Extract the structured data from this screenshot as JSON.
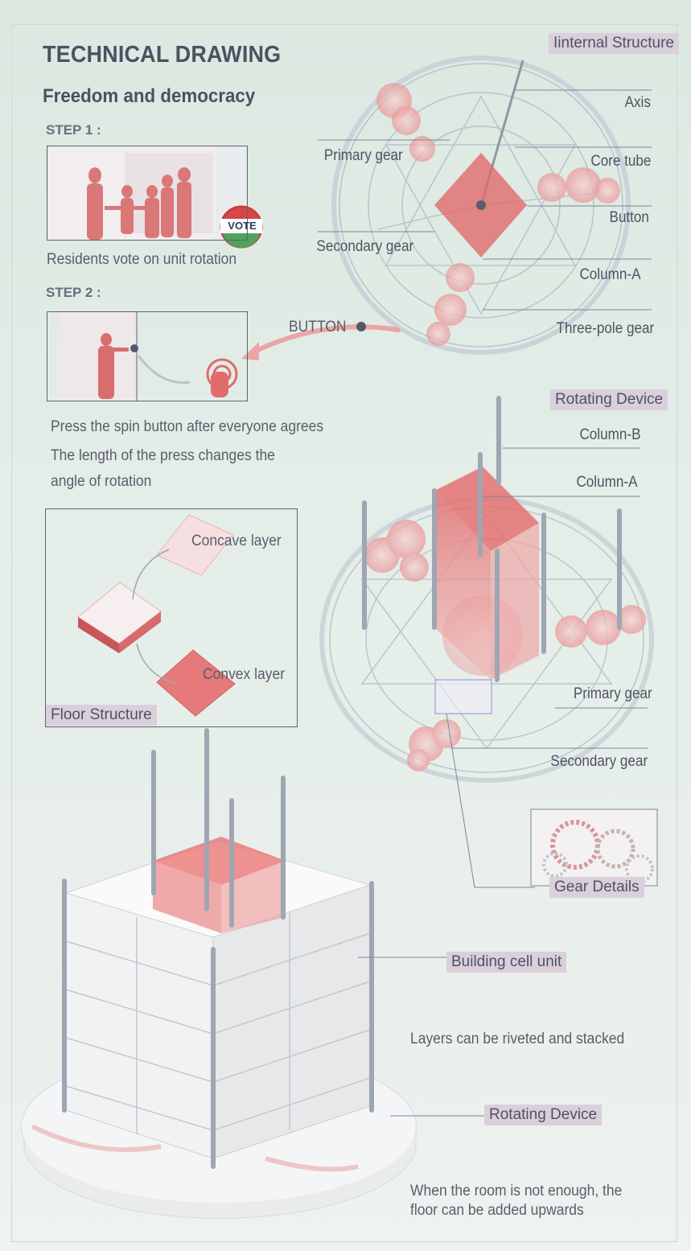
{
  "header": {
    "title": "TECHNICAL DRAWING",
    "subtitle": "Freedom and democracy"
  },
  "steps": {
    "step1_label": "STEP 1",
    "step1_caption": "Residents vote on unit rotation",
    "vote_badge": "VOTE",
    "step2_label": "STEP 2",
    "step2_caption_line1": "Press the spin button after everyone agrees",
    "step2_caption_line2": "The length of the press changes the",
    "step2_caption_line3": "angle of rotation",
    "button_label": "BUTTON"
  },
  "internal_structure": {
    "tag": "Iinternal Structure",
    "labels": {
      "axis": "Axis",
      "core_tube": "Core tube",
      "button": "Button",
      "column_a": "Column-A",
      "three_pole_gear": "Three-pole gear",
      "primary_gear": "Primary gear",
      "secondary_gear": "Secondary gear"
    }
  },
  "floor_structure": {
    "tag": "Floor Structure",
    "concave": "Concave layer",
    "convex": "Convex layer"
  },
  "rotating_device": {
    "tag": "Rotating Device",
    "column_b": "Column-B",
    "column_a": "Column-A",
    "primary_gear": "Primary gear",
    "secondary_gear": "Secondary gear",
    "gear_details": "Gear Details"
  },
  "building": {
    "cell_unit": "Building cell unit",
    "layers_note": "Layers can be riveted and stacked",
    "rotating_device": "Rotating Device",
    "note_line1": "When the room is not enough, the",
    "note_line2": "floor can be added upwards"
  },
  "colors": {
    "accent": "#e57b7b",
    "tag_bg": "#d9d0dc",
    "text": "#4f5263"
  }
}
